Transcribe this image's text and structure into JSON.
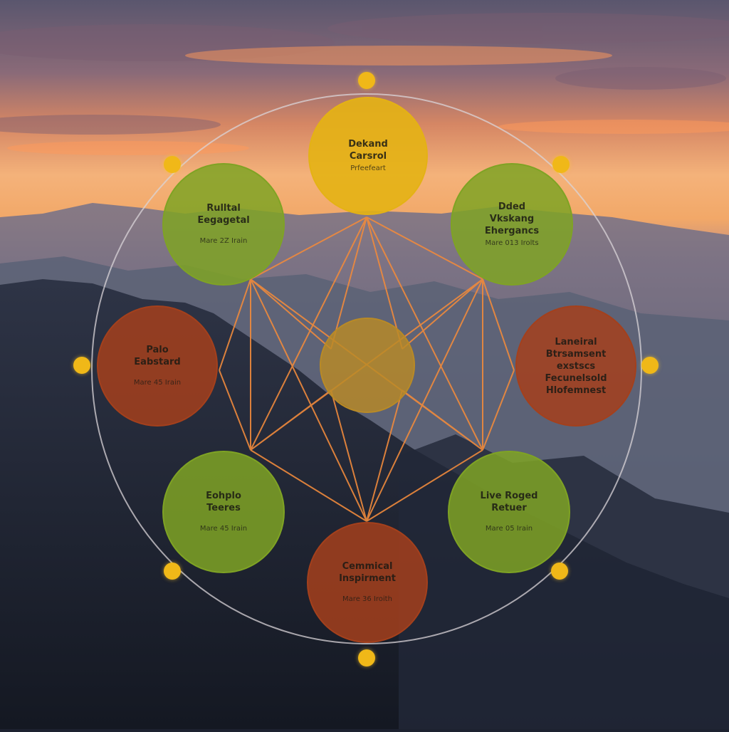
{
  "colors": {
    "ring": "#d9d4d8",
    "connector": "#f08a3c",
    "yellow_node": "#e4b214",
    "green_node": "#7fa324",
    "rust_node": "#a4401c",
    "center_node": "#b98a26",
    "dot": "#f0b818"
  },
  "nodes": [
    {
      "id": "top",
      "tone": "yellow",
      "label": "Dekand\nCarsrol",
      "sub": "Prfeefeart"
    },
    {
      "id": "upper-left",
      "tone": "green",
      "label": "Rulltal\nEegagetal",
      "sub": "Mare 2Z Irain"
    },
    {
      "id": "upper-right",
      "tone": "green",
      "label": "Dded\nVkskang\nEhergancs",
      "sub": "Mare 013 Irolts"
    },
    {
      "id": "left",
      "tone": "rust",
      "label": "Palo\nEabstard",
      "sub": "Mare 45 Irain"
    },
    {
      "id": "right",
      "tone": "rust",
      "label": "Laneiral\nBtrsamsent\nexstscs\nFecunelsold\nHlofemnest",
      "sub": ""
    },
    {
      "id": "lower-left",
      "tone": "green",
      "label": "Eohplo\nTeeres",
      "sub": "Mare 45 Irain"
    },
    {
      "id": "lower-right",
      "tone": "green",
      "label": "Live Roged\nRetuer",
      "sub": "Mare 05 Irain"
    },
    {
      "id": "bottom",
      "tone": "rust",
      "label": "Cemmical\nInspirment",
      "sub": "Mare 36 Iroith"
    },
    {
      "id": "center",
      "tone": "center",
      "label": "",
      "sub": ""
    }
  ]
}
